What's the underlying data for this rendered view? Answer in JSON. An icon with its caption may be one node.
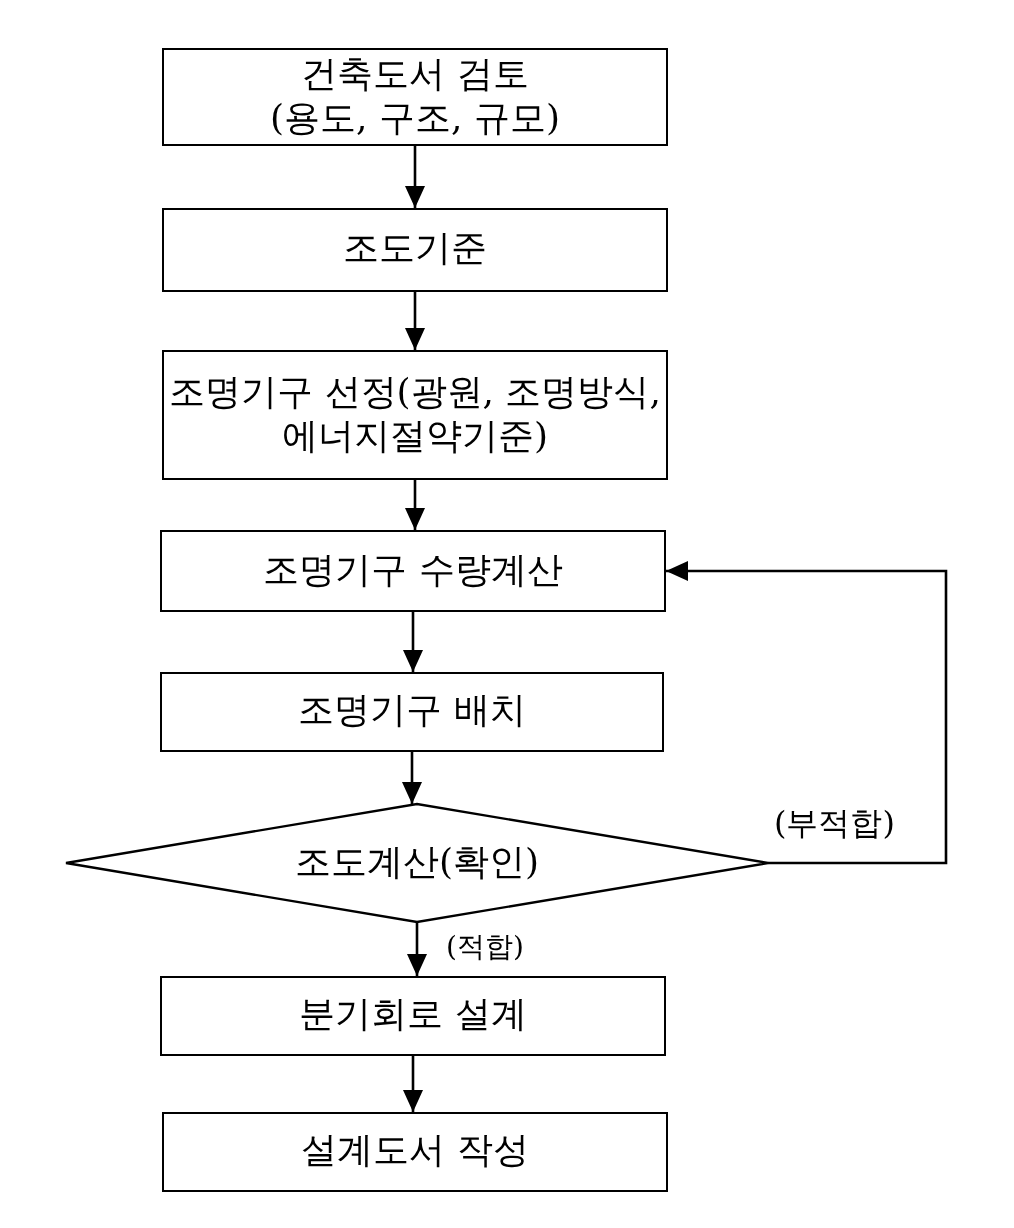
{
  "diagram": {
    "nodes": [
      {
        "text": [
          "건축도서 검토 (용도, 구조, 규모)"
        ]
      },
      {
        "text": [
          "조도기준"
        ]
      },
      {
        "text": [
          "조명기구 선정(광원, 조명방식, 에너지절약기준)"
        ]
      },
      {
        "text": [
          "조명기구 수량계산"
        ]
      },
      {
        "text": [
          "조명기구 배치"
        ]
      },
      {
        "text": [
          "조도계산(확인)"
        ]
      },
      {
        "text": [
          "분기회로 설계"
        ]
      },
      {
        "text": [
          "설계도서 작성"
        ]
      }
    ],
    "edges": [
      {
        "from": 0,
        "to": 1,
        "arrow": "to"
      },
      {
        "from": 1,
        "to": 2,
        "arrow": "to"
      },
      {
        "from": 2,
        "to": 3,
        "arrow": "to"
      },
      {
        "from": 3,
        "to": 4,
        "arrow": "to"
      },
      {
        "from": 4,
        "to": 5,
        "arrow": "to"
      },
      {
        "from": 5,
        "to": 3,
        "arrow": "to",
        "label": "(부적합)"
      },
      {
        "from": 5,
        "to": 6,
        "arrow": "to",
        "label": "(적합)"
      },
      {
        "from": 6,
        "to": 7,
        "arrow": "to"
      }
    ]
  }
}
